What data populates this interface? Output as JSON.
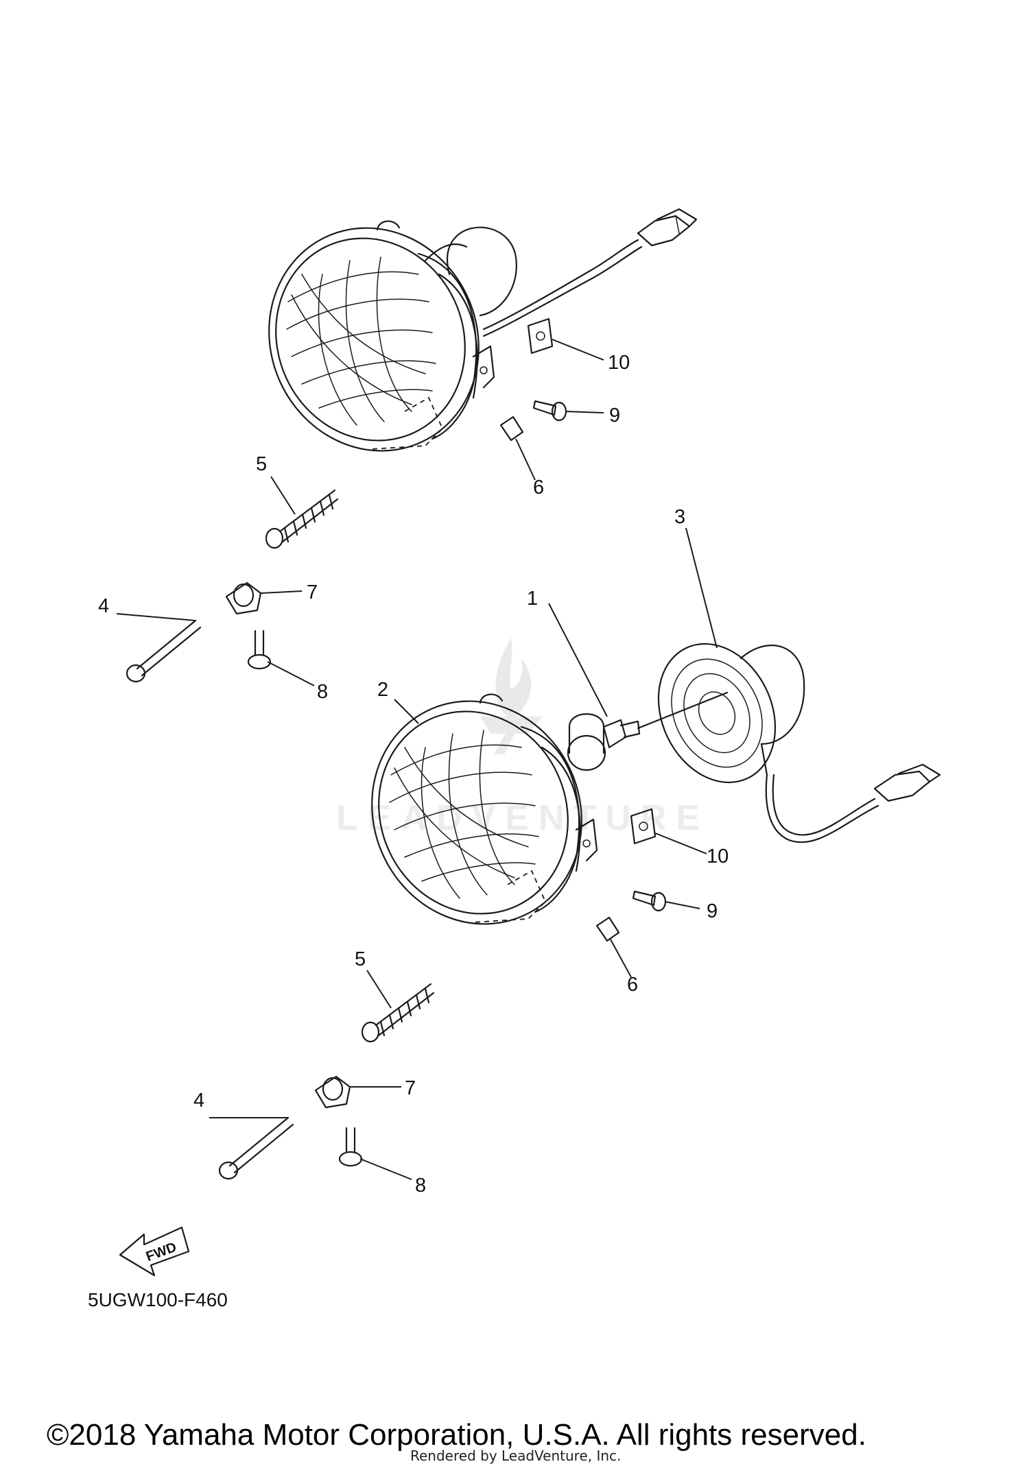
{
  "diagram": {
    "callouts": [
      {
        "key": "c1",
        "label": "1"
      },
      {
        "key": "c2",
        "label": "2"
      },
      {
        "key": "c3",
        "label": "3"
      },
      {
        "key": "c4a",
        "label": "4"
      },
      {
        "key": "c4b",
        "label": "4"
      },
      {
        "key": "c5a",
        "label": "5"
      },
      {
        "key": "c5b",
        "label": "5"
      },
      {
        "key": "c6a",
        "label": "6"
      },
      {
        "key": "c6b",
        "label": "6"
      },
      {
        "key": "c7a",
        "label": "7"
      },
      {
        "key": "c7b",
        "label": "7"
      },
      {
        "key": "c8a",
        "label": "8"
      },
      {
        "key": "c8b",
        "label": "8"
      },
      {
        "key": "c9a",
        "label": "9"
      },
      {
        "key": "c9b",
        "label": "9"
      },
      {
        "key": "c10a",
        "label": "10"
      },
      {
        "key": "c10b",
        "label": "10"
      }
    ],
    "fwd_label": "FWD",
    "diagram_code": "5UGW100-F460",
    "watermark_text": "LEADVENTURE",
    "copyright": "©2018 Yamaha Motor Corporation, U.S.A. All rights reserved.",
    "rendered_by": "Rendered by LeadVenture, Inc."
  }
}
